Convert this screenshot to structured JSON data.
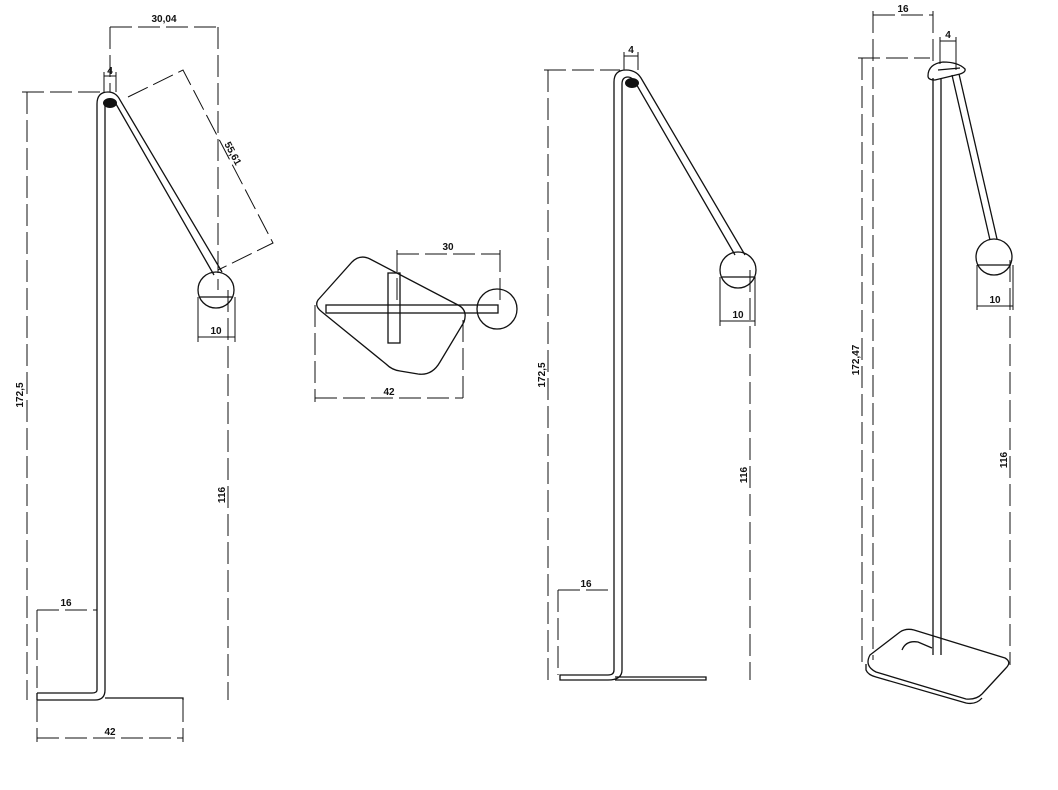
{
  "drawing": {
    "side_view_left": {
      "top_offset": "30,04",
      "head_width": "4",
      "total_height": "172,5",
      "arm_length": "55,61",
      "globe_diameter": "10",
      "globe_height": "116",
      "base_inset": "16",
      "base_length": "42"
    },
    "top_view": {
      "arm_reach": "30",
      "base_width": "42"
    },
    "front_view": {
      "head_width": "4",
      "total_height": "172,5",
      "globe_diameter": "10",
      "globe_height": "116",
      "base_inset": "16"
    },
    "perspective_view": {
      "pole_offset": "16",
      "head_width": "4",
      "total_height": "172,47",
      "globe_diameter": "10",
      "globe_height": "116"
    }
  }
}
